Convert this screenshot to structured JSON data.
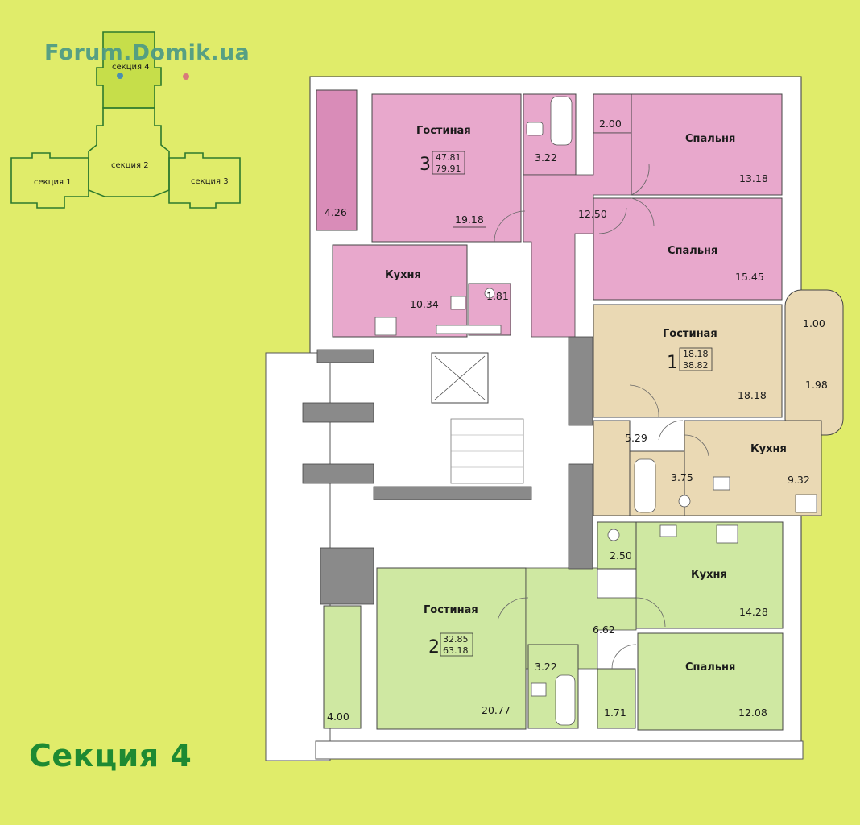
{
  "watermark": "Forum.Domik.ua",
  "section_title": "Секция 4",
  "key_plan": {
    "sections": [
      "секция 4",
      "секция 2",
      "секция 1",
      "секция 3"
    ],
    "highlighted": "секция 4"
  },
  "colors": {
    "background": "#e0ec6a",
    "apartment_3": "#e8a8cc",
    "apartment_1": "#ead9b4",
    "apartment_2": "#cfe8a2",
    "key_highlight": "#c6de4a",
    "title_green": "#1e8a32",
    "watermark": "#4c9a86"
  },
  "apartments": [
    {
      "number": "3",
      "living_area": "47.81",
      "total_area": "79.91",
      "rooms": [
        {
          "name": "Гостиная",
          "area": "19.18"
        },
        {
          "name": "Спальня",
          "area": "13.18"
        },
        {
          "name": "Спальня",
          "area": "15.45"
        },
        {
          "name": "Кухня",
          "area": "10.34"
        },
        {
          "name": "",
          "area": "12.50"
        },
        {
          "name": "",
          "area": "4.26"
        },
        {
          "name": "",
          "area": "3.22"
        },
        {
          "name": "",
          "area": "2.00"
        },
        {
          "name": "",
          "area": "1.81"
        }
      ]
    },
    {
      "number": "1",
      "living_area": "18.18",
      "total_area": "38.82",
      "rooms": [
        {
          "name": "Гостиная",
          "area": "18.18"
        },
        {
          "name": "Кухня",
          "area": "9.32"
        },
        {
          "name": "",
          "area": "5.29"
        },
        {
          "name": "",
          "area": "3.75"
        },
        {
          "name": "",
          "area": "1.00"
        },
        {
          "name": "",
          "area": "1.98"
        }
      ]
    },
    {
      "number": "2",
      "living_area": "32.85",
      "total_area": "63.18",
      "rooms": [
        {
          "name": "Гостиная",
          "area": "20.77"
        },
        {
          "name": "Кухня",
          "area": "14.28"
        },
        {
          "name": "Спальня",
          "area": "12.08"
        },
        {
          "name": "",
          "area": "6.62"
        },
        {
          "name": "",
          "area": "4.00"
        },
        {
          "name": "",
          "area": "3.22"
        },
        {
          "name": "",
          "area": "2.50"
        },
        {
          "name": "",
          "area": "1.71"
        }
      ]
    }
  ]
}
